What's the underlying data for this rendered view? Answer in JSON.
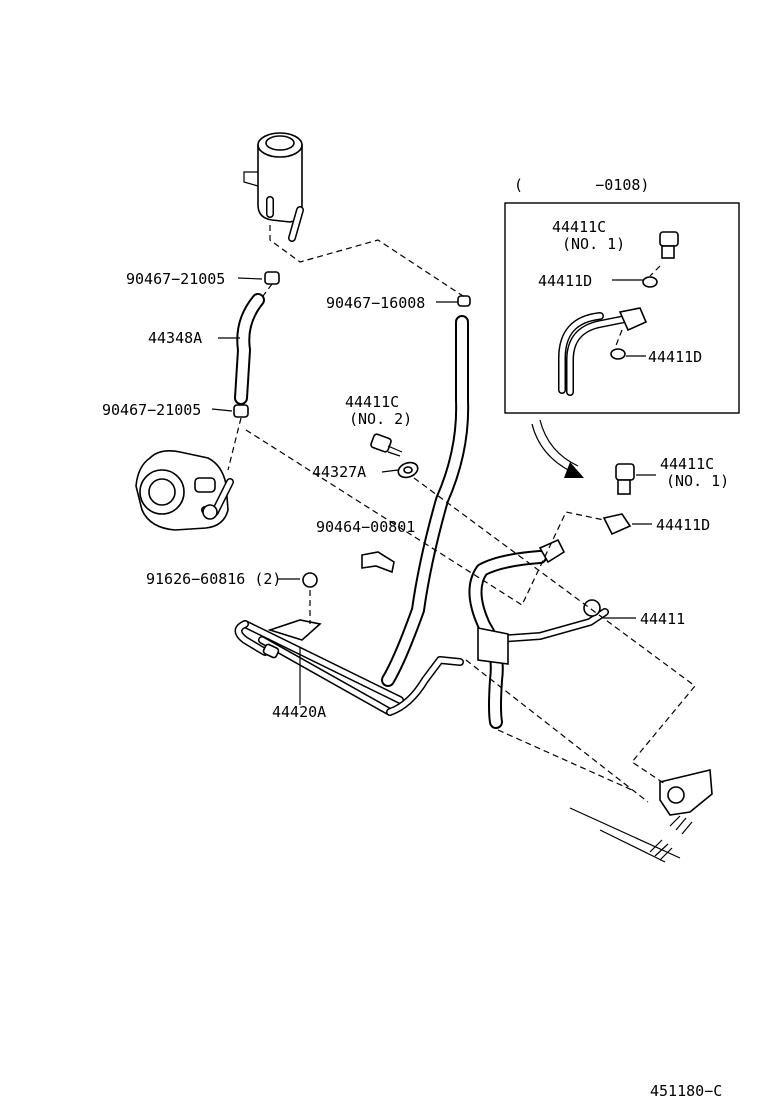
{
  "labels": {
    "p1": "90467−21005",
    "p2": "44348A",
    "p3": "90467−21005",
    "p4": "90467−16008",
    "p5a": "44411C",
    "p5b": "(NO. 2)",
    "p6": "44327A",
    "p7": "90464−00801",
    "p8": "91626−60816 (2)",
    "p9": "44420A",
    "p10a": "44411C",
    "p10b": "(NO. 1)",
    "p11": "44411D",
    "p12": "44411",
    "inset_title": "(        −0108)",
    "inset_a": "44411C",
    "inset_b": "(NO. 1)",
    "inset_c": "44411D",
    "inset_d": "44411D",
    "code": "451180−C"
  },
  "icons": [
    "reservoir-tank-icon",
    "pump-icon",
    "gear-box-icon",
    "hose-clip-icon",
    "union-bolt-icon",
    "gasket-icon",
    "clamp-icon",
    "arrow-icon"
  ]
}
